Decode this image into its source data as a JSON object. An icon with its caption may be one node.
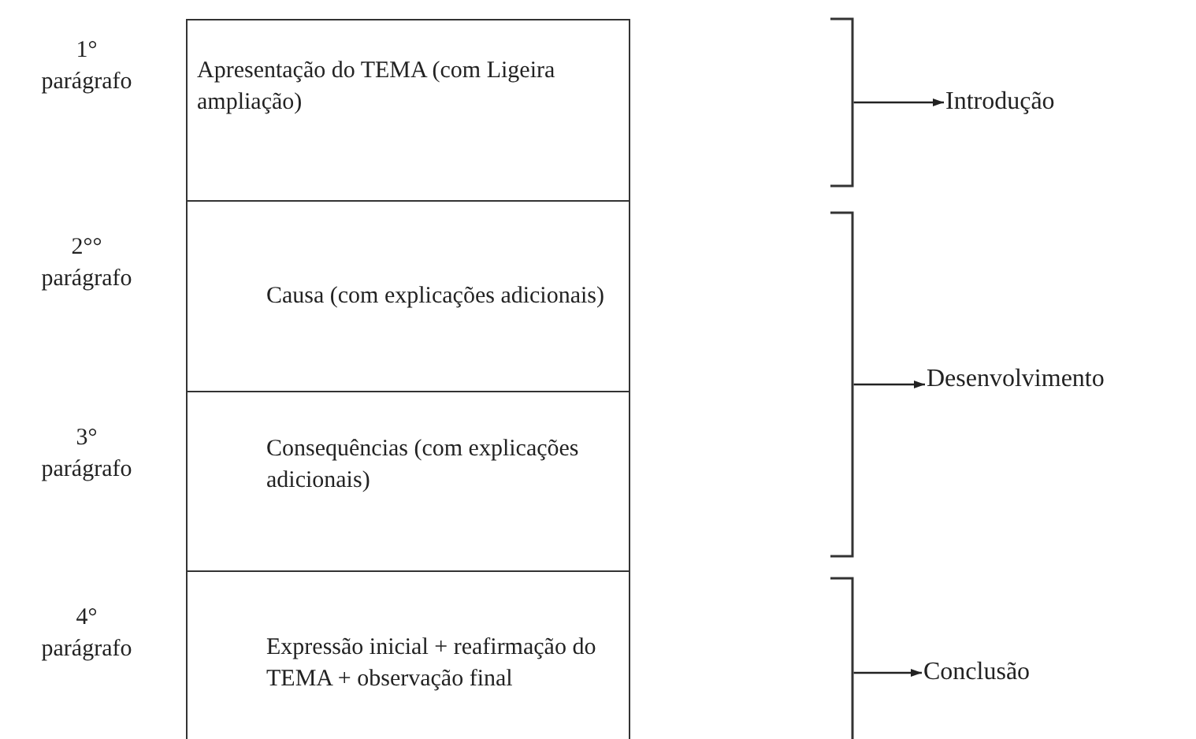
{
  "diagram": {
    "nodes": [
      {
        "text": [
          "Apresentação do TEMA (com Ligeira ampliação)"
        ]
      },
      {
        "text": [
          "Causa (com explicações adicionais)"
        ]
      },
      {
        "text": [
          "Consequências (com explicações adicionais)"
        ]
      },
      {
        "text": [
          "Expressão inicial + reafirmação  do TEMA + observação final"
        ]
      },
      {
        "text": [],
        "shape": "bracket"
      },
      {
        "text": [],
        "shape": "bracket"
      },
      {
        "text": [],
        "shape": "bracket"
      },
      {
        "text": [
          "Introdução"
        ]
      },
      {
        "text": [
          "Desenvolvimento"
        ]
      },
      {
        "text": [
          "Conclusão"
        ]
      }
    ],
    "edges": [
      {
        "from": 4,
        "to": 7,
        "arrow": "to"
      },
      {
        "from": 5,
        "to": 8,
        "arrow": "to"
      },
      {
        "from": 6,
        "to": 9,
        "arrow": "to"
      }
    ],
    "labels": [
      "1° parágrafo",
      "2°° parágrafo",
      "3° parágrafo",
      "4° parágrafo"
    ]
  }
}
